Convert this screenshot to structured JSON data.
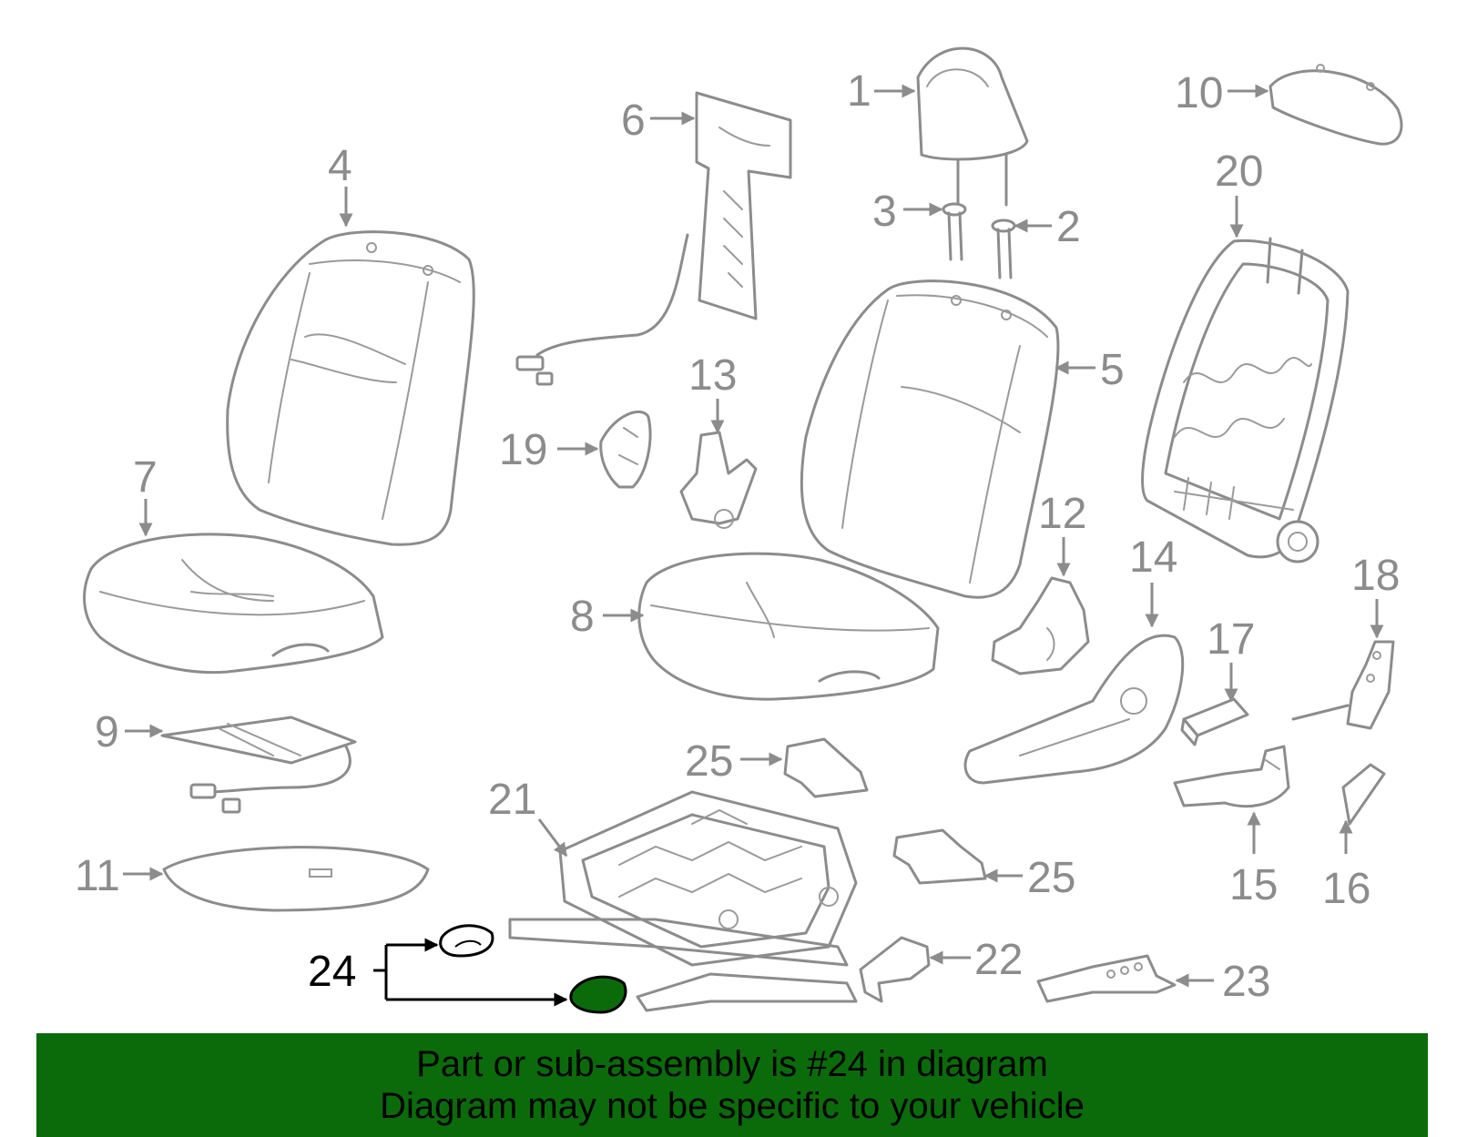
{
  "diagram": {
    "callouts": [
      {
        "id": "1",
        "label": "1"
      },
      {
        "id": "2",
        "label": "2"
      },
      {
        "id": "3",
        "label": "3"
      },
      {
        "id": "4",
        "label": "4"
      },
      {
        "id": "5",
        "label": "5"
      },
      {
        "id": "6",
        "label": "6"
      },
      {
        "id": "7",
        "label": "7"
      },
      {
        "id": "8",
        "label": "8"
      },
      {
        "id": "9",
        "label": "9"
      },
      {
        "id": "10",
        "label": "10"
      },
      {
        "id": "11",
        "label": "11"
      },
      {
        "id": "12",
        "label": "12"
      },
      {
        "id": "13",
        "label": "13"
      },
      {
        "id": "14",
        "label": "14"
      },
      {
        "id": "15",
        "label": "15"
      },
      {
        "id": "16",
        "label": "16"
      },
      {
        "id": "17",
        "label": "17"
      },
      {
        "id": "18",
        "label": "18"
      },
      {
        "id": "19",
        "label": "19"
      },
      {
        "id": "20",
        "label": "20"
      },
      {
        "id": "21",
        "label": "21"
      },
      {
        "id": "22",
        "label": "22"
      },
      {
        "id": "23",
        "label": "23"
      },
      {
        "id": "24",
        "label": "24",
        "highlighted": true
      },
      {
        "id": "25a",
        "label": "25"
      },
      {
        "id": "25b",
        "label": "25"
      }
    ],
    "colors": {
      "line_art": "#8c8c8c",
      "highlight": "#000000",
      "highlight_part_fill": "#0b6b0b",
      "banner_background": "#0b6b0b"
    }
  },
  "banner": {
    "line1": "Part or sub-assembly is #24 in diagram",
    "line2": "Diagram may not be specific to your vehicle"
  }
}
